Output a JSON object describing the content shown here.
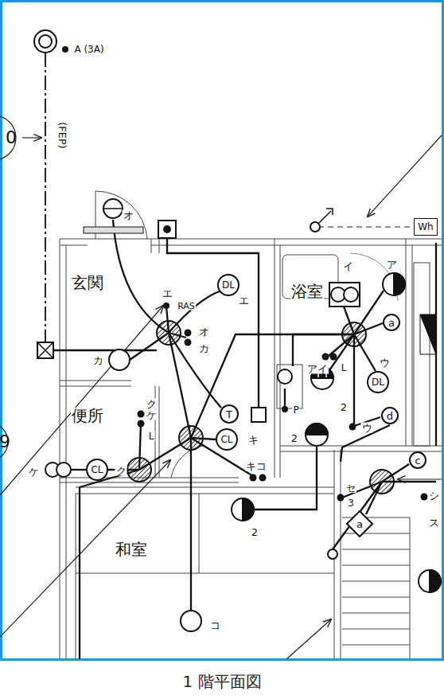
{
  "diagram": {
    "caption": "1 階平面図",
    "nodes": [
      {
        "text": [
          "Wh"
        ]
      },
      {
        "text": [
          "DL"
        ]
      },
      {
        "text": [
          "a"
        ]
      },
      {
        "text": [
          "DL"
        ]
      },
      {
        "text": [
          "T"
        ]
      },
      {
        "text": [
          "d"
        ]
      },
      {
        "text": [
          "CL"
        ]
      },
      {
        "text": [
          "CL"
        ]
      },
      {
        "text": [
          "c"
        ]
      },
      {
        "text": [
          "a"
        ]
      }
    ],
    "labels": [
      "A (3A)",
      "0",
      "(FEP)",
      "オ",
      "玄関",
      "エ",
      "RAS",
      "エ",
      "浴室",
      "イ",
      "ア",
      "オ",
      "カ",
      "カ",
      "アイ",
      "L",
      "ウ",
      "P",
      "2",
      "便所",
      "ク",
      "ケ",
      "L",
      "2",
      "ウ",
      "9",
      "キ",
      "ク",
      "ケ",
      "キコ",
      "セ",
      "3",
      "シ",
      "ス",
      "2",
      "和室",
      "コ"
    ]
  }
}
